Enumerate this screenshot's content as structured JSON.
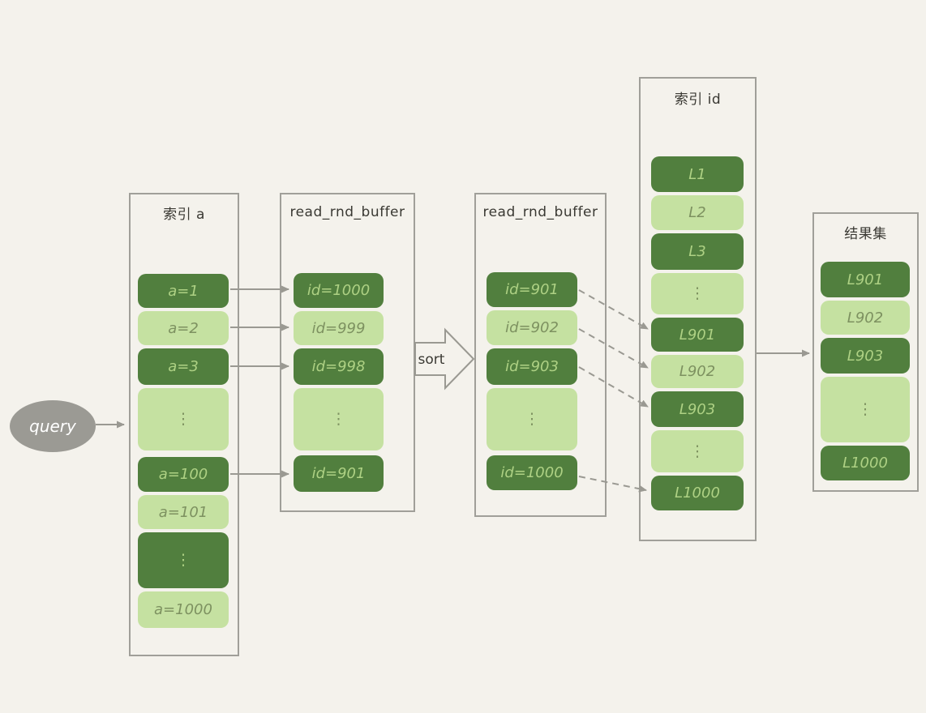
{
  "diagram": {
    "query_label": "query",
    "sort_label": "sort",
    "dots_glyph": "⋮"
  },
  "palette": {
    "background": "#f4f2ec",
    "box_border": "#a09f99",
    "cell_dark_green": "#517f3e",
    "cell_light_green": "#c5e1a1",
    "text_on_dark": "#aed184",
    "text_on_light": "#7d9160",
    "arrow_gray": "#9a9992",
    "query_oval_gray": "#9b9a94",
    "label_text": "#3a3933"
  },
  "columns": [
    {
      "title": "索引 a",
      "cells": [
        {
          "label": "a=1",
          "shade": "dark"
        },
        {
          "label": "a=2",
          "shade": "light"
        },
        {
          "label": "a=3",
          "shade": "dark"
        },
        {
          "label": "⋮",
          "shade": "light"
        },
        {
          "label": "a=100",
          "shade": "dark"
        },
        {
          "label": "a=101",
          "shade": "light"
        },
        {
          "label": "⋮",
          "shade": "dark"
        },
        {
          "label": "a=1000",
          "shade": "light"
        }
      ]
    },
    {
      "title": "read_rnd_buffer",
      "cells": [
        {
          "label": "id=1000",
          "shade": "dark"
        },
        {
          "label": "id=999",
          "shade": "light"
        },
        {
          "label": "id=998",
          "shade": "dark"
        },
        {
          "label": "⋮",
          "shade": "light"
        },
        {
          "label": "id=901",
          "shade": "dark"
        }
      ]
    },
    {
      "title": "read_rnd_buffer",
      "cells": [
        {
          "label": "id=901",
          "shade": "dark"
        },
        {
          "label": "id=902",
          "shade": "light"
        },
        {
          "label": "id=903",
          "shade": "dark"
        },
        {
          "label": "⋮",
          "shade": "light"
        },
        {
          "label": "id=1000",
          "shade": "dark"
        }
      ]
    },
    {
      "title": "索引 id",
      "cells": [
        {
          "label": "L1",
          "shade": "dark"
        },
        {
          "label": "L2",
          "shade": "light"
        },
        {
          "label": "L3",
          "shade": "dark"
        },
        {
          "label": "⋮",
          "shade": "light"
        },
        {
          "label": "L901",
          "shade": "dark"
        },
        {
          "label": "L902",
          "shade": "light"
        },
        {
          "label": "L903",
          "shade": "dark"
        },
        {
          "label": "⋮",
          "shade": "light"
        },
        {
          "label": "L1000",
          "shade": "dark"
        }
      ]
    },
    {
      "title": "结果集",
      "cells": [
        {
          "label": "L901",
          "shade": "dark"
        },
        {
          "label": "L902",
          "shade": "light"
        },
        {
          "label": "L903",
          "shade": "dark"
        },
        {
          "label": "⋮",
          "shade": "light"
        },
        {
          "label": "L1000",
          "shade": "dark"
        }
      ]
    }
  ]
}
